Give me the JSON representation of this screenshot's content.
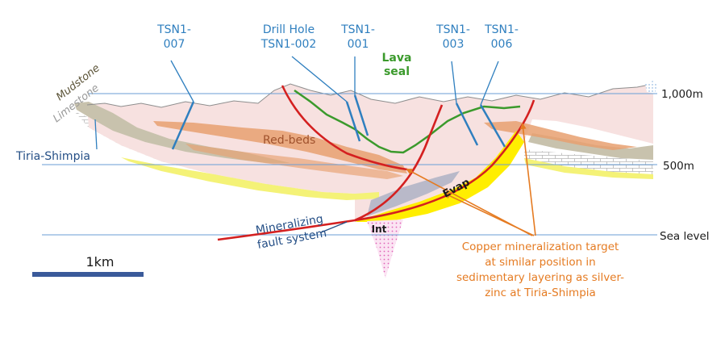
{
  "colors": {
    "drill_hole": "#2f7fbf",
    "fault": "#d42020",
    "lava_seal": "#3b9a2c",
    "red_beds": "#e8a070",
    "cover": "#f7e1e0",
    "evaporite": "#ffee00",
    "sandstone": "#f4f277",
    "mudstone": "#c8c2ad",
    "intrusion": "#e89ad0",
    "target_label": "#e57b22",
    "level_line": "#6a9ed6",
    "scale_bar": "#3a5a9a"
  },
  "drill_holes": [
    {
      "label_line1": "TSN1-",
      "label_line2": "007"
    },
    {
      "label_line1": "Drill Hole",
      "label_line2": "TSN1-002"
    },
    {
      "label_line1": "TSN1-",
      "label_line2": "001"
    },
    {
      "label_line1": "TSN1-",
      "label_line2": "003"
    },
    {
      "label_line1": "TSN1-",
      "label_line2": "006"
    }
  ],
  "elevations": {
    "e1000": "1,000m",
    "e500": "500m",
    "sea": "Sea level"
  },
  "units": {
    "mudstone": "Mudstone",
    "limestone": "Limestone",
    "tiria": "Tiria-Shimpia",
    "redbeds": "Red-beds",
    "lava_line1": "Lava",
    "lava_line2": "seal",
    "evap": "Evap",
    "int": "Int",
    "fault_line1": "Mineralizing",
    "fault_line2": "fault system"
  },
  "scale": {
    "label": "1km"
  },
  "target": {
    "line1": "Copper mineralization target",
    "line2": "at similar position in",
    "line3": "sedimentary layering as silver-",
    "line4": "zinc at Tiria-Shimpia"
  }
}
